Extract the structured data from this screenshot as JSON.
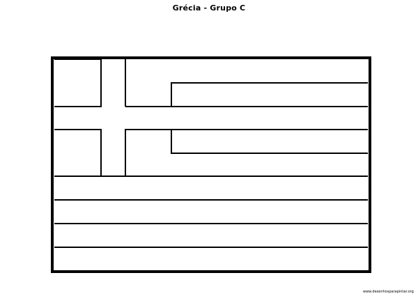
{
  "page": {
    "title": "Grécia - Grupo C"
  },
  "watermark": {
    "text": "www.desenhosparapintar.org"
  },
  "flag": {
    "country": "Grécia",
    "stripe_count": 9,
    "outline_color": "#000000",
    "fill_color": "#ffffff"
  }
}
